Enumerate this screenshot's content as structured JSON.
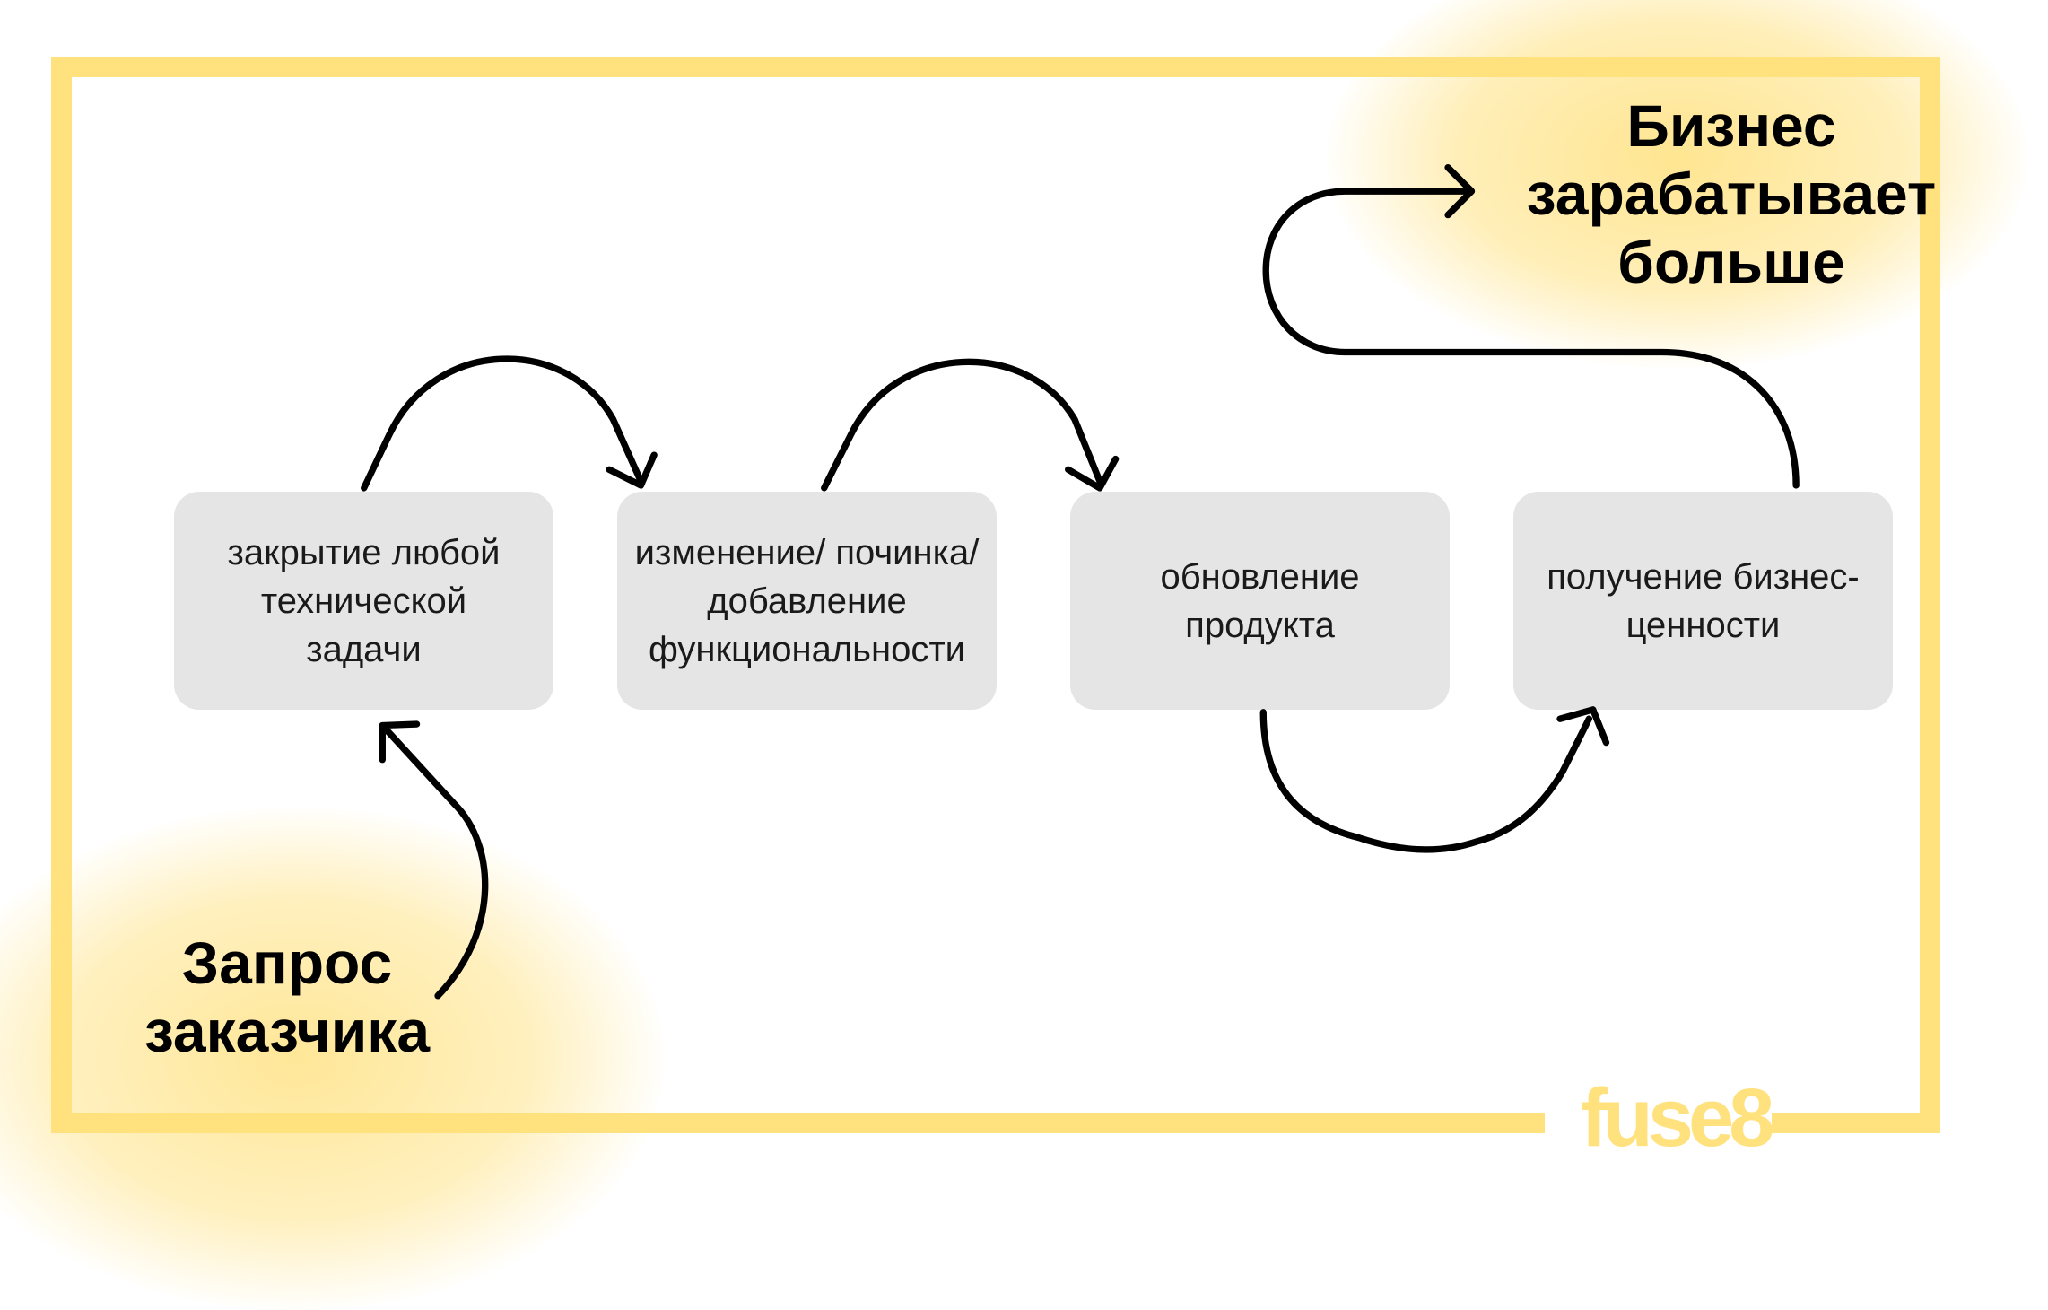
{
  "boxes": [
    {
      "label": "закрытие любой технической задачи"
    },
    {
      "label": "изменение/ починка/ добавление функциональности"
    },
    {
      "label": "обновление продукта"
    },
    {
      "label": "получение бизнес-ценности"
    }
  ],
  "start_label": "Запрос заказчика",
  "end_label": "Бизнес зарабатывает больше",
  "logo": "fuse8",
  "colors": {
    "accent": "#FFE17E",
    "box": "#E5E5E5",
    "arrow": "#000000"
  }
}
